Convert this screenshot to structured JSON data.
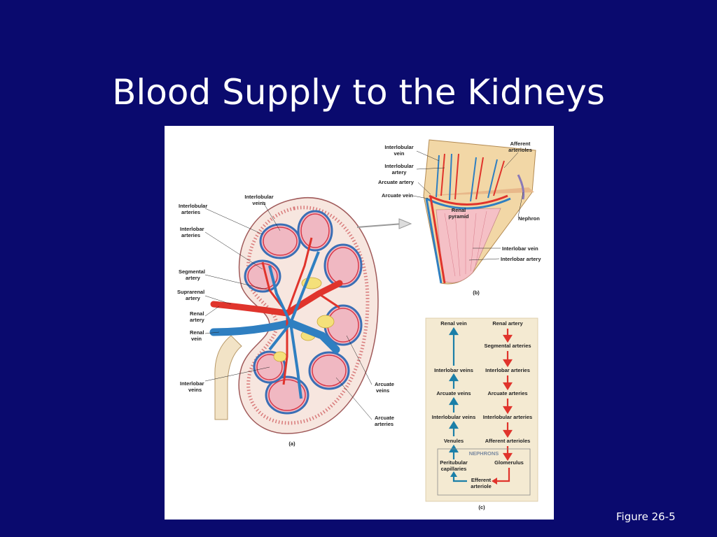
{
  "slide": {
    "title": "Blood Supply to the Kidneys",
    "figure_ref": "Figure 26-5"
  },
  "panel_a": {
    "id": "(a)",
    "labels": {
      "interlobular_arteries": [
        "Interlobular",
        "arteries"
      ],
      "interlobar_arteries": [
        "Interlobar",
        "arteries"
      ],
      "segmental_artery": [
        "Segmental",
        "artery"
      ],
      "suprarenal_artery": [
        "Suprarenal",
        "artery"
      ],
      "renal_artery": [
        "Renal",
        "artery"
      ],
      "renal_vein": [
        "Renal",
        "vein"
      ],
      "interlobar_veins": [
        "Interlobar",
        "veins"
      ],
      "interlobular_veins": [
        "Interlobular",
        "veins"
      ],
      "arcuate_veins": [
        "Arcuate",
        "veins"
      ],
      "arcuate_arteries": [
        "Arcuate",
        "arteries"
      ]
    }
  },
  "panel_b": {
    "id": "(b)",
    "labels": {
      "interlobular_vein": [
        "Interlobular",
        "vein"
      ],
      "interlobular_artery": [
        "Interlobular",
        "artery"
      ],
      "arcuate_artery": "Arcuate artery",
      "arcuate_vein": "Arcuate vein",
      "afferent_arterioles": [
        "Afferent",
        "arterioles"
      ],
      "renal_pyramid": [
        "Renal",
        "pyramid"
      ],
      "nephron": "Nephron",
      "interlobar_vein": "Interlobar vein",
      "interlobar_artery": "Interlobar artery"
    }
  },
  "panel_c": {
    "id": "(c)",
    "veins_column": [
      "Renal vein",
      "Interlobar veins",
      "Arcuate veins",
      "Interlobular veins",
      "Venules"
    ],
    "arteries_column": [
      "Renal artery",
      "Segmental arteries",
      "Interlobar arteries",
      "Arcuate arteries",
      "Interlobular arteries",
      "Afferent arterioles"
    ],
    "nephrons_box": {
      "heading": "NEPHRONS",
      "peritubular": [
        "Peritubular",
        "capillaries"
      ],
      "glomerulus": "Glomerulus",
      "efferent": [
        "Efferent",
        "arteriole"
      ]
    },
    "colors": {
      "vein": "#1b7fa8",
      "artery": "#e0342c",
      "panel_bg": "#f4ead2"
    }
  }
}
